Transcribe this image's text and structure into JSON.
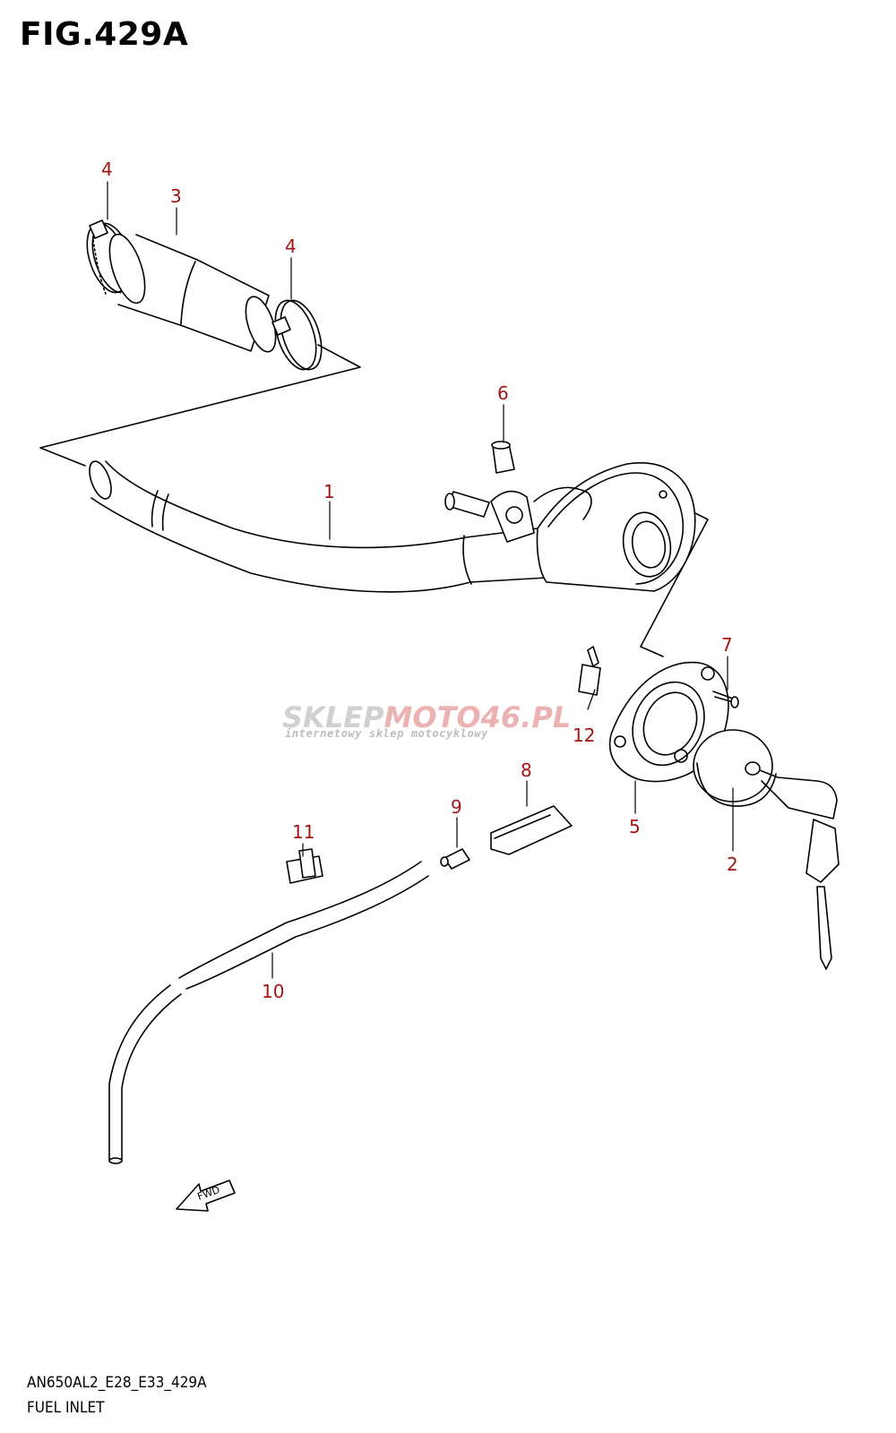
{
  "figure": {
    "title": "FIG.429A"
  },
  "footer": {
    "model_code": "AN650AL2_E28_E33_429A",
    "section": "FUEL INLET"
  },
  "watermark": {
    "brand_a": "SKLEP",
    "brand_b": "MOTO46.PL",
    "tagline": "internetowy sklep motocyklowy"
  },
  "direction_arrow": {
    "label": "FWD"
  },
  "callouts": [
    {
      "number": "1"
    },
    {
      "number": "2"
    },
    {
      "number": "3"
    },
    {
      "number": "4"
    },
    {
      "number": "4"
    },
    {
      "number": "5"
    },
    {
      "number": "6"
    },
    {
      "number": "7"
    },
    {
      "number": "8"
    },
    {
      "number": "9"
    },
    {
      "number": "10"
    },
    {
      "number": "11"
    },
    {
      "number": "12"
    }
  ],
  "colors": {
    "callout": "#a31515",
    "line": "#000000",
    "watermark_grey": "#c8c8c8",
    "watermark_red": "#e9a5a5"
  }
}
